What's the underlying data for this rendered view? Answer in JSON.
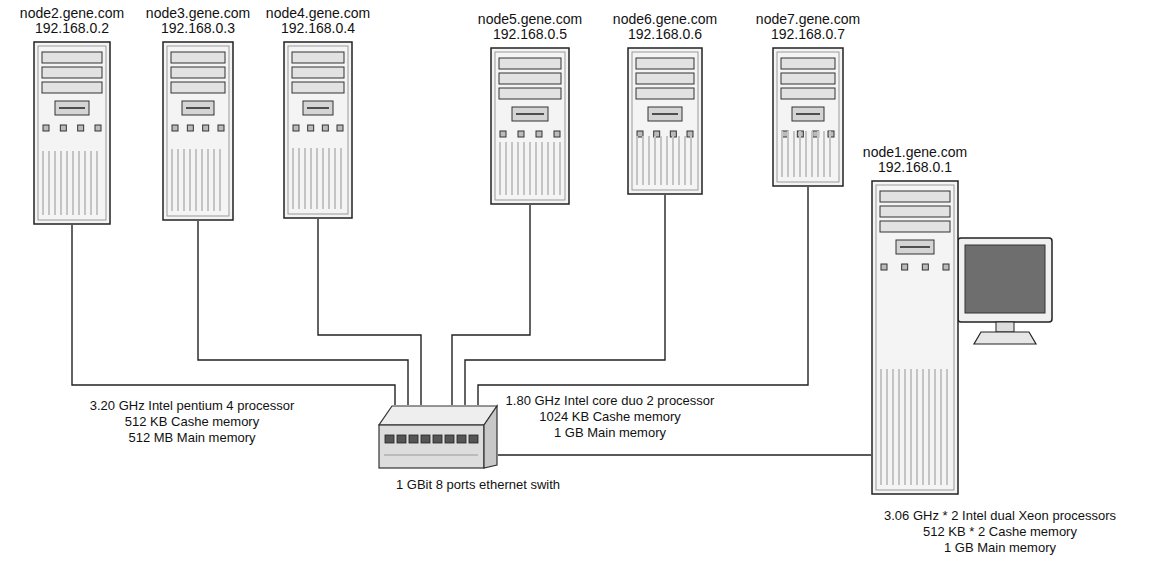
{
  "diagram": {
    "nodes": [
      {
        "text": [
          "node2.gene.com",
          "192.168.0.2"
        ]
      },
      {
        "text": [
          "node3.gene.com",
          "192.168.0.3"
        ]
      },
      {
        "text": [
          "node4.gene.com",
          "192.168.0.4"
        ]
      },
      {
        "text": [
          "node5.gene.com",
          "192.168.0.5"
        ]
      },
      {
        "text": [
          "node6.gene.com",
          "192.168.0.6"
        ]
      },
      {
        "text": [
          "node7.gene.com",
          "192.168.0.7"
        ]
      },
      {
        "text": [
          "node1.gene.com",
          "192.168.0.1"
        ]
      },
      {
        "text": [
          "1 GBit 8 ports ethernet swith"
        ]
      }
    ],
    "edges": [
      {
        "from": 0,
        "to": 7,
        "arrow": "none"
      },
      {
        "from": 1,
        "to": 7,
        "arrow": "none"
      },
      {
        "from": 2,
        "to": 7,
        "arrow": "none"
      },
      {
        "from": 3,
        "to": 7,
        "arrow": "none"
      },
      {
        "from": 4,
        "to": 7,
        "arrow": "none"
      },
      {
        "from": 5,
        "to": 7,
        "arrow": "none"
      },
      {
        "from": 6,
        "to": 7,
        "arrow": "none"
      }
    ],
    "labels": [
      "3.20 GHz Intel pentium 4 processor",
      "512 KB Cashe memory",
      "512 MB Main memory",
      "1.80 GHz Intel core duo 2 processor",
      "1024 KB Cashe memory",
      "1 GB Main memory",
      "3.06 GHz * 2 Intel dual Xeon processors",
      "512 KB * 2 Cashe memory",
      "1 GB Main memory"
    ]
  }
}
